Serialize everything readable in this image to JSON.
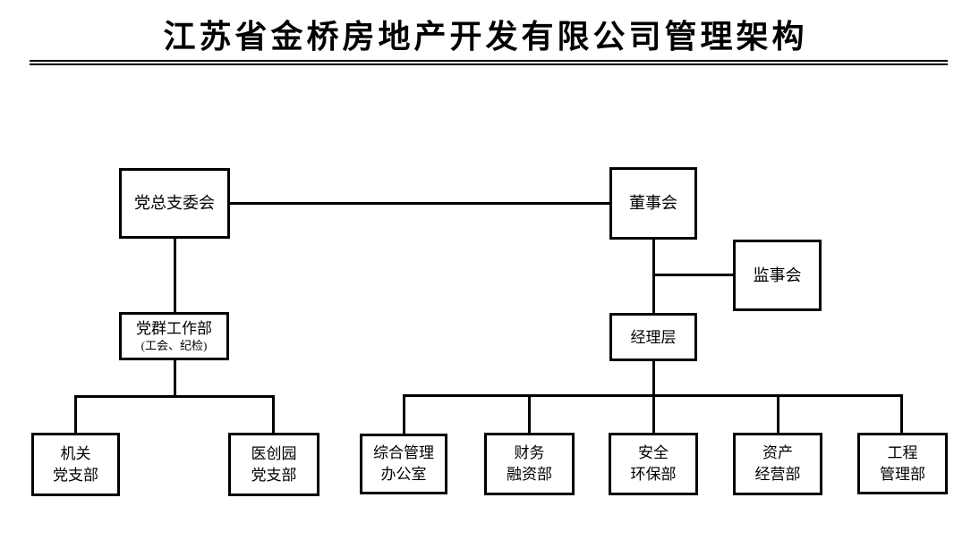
{
  "title": "江苏省金桥房地产开发有限公司管理架构",
  "nodes": {
    "party_committee": {
      "label": "党总支委会"
    },
    "board": {
      "label": "董事会"
    },
    "supervisory": {
      "label": "监事会"
    },
    "party_mass": {
      "label": "党群工作部",
      "sublabel": "(工会、纪检)"
    },
    "managers": {
      "label": "经理层"
    },
    "organ_branch": {
      "line1": "机关",
      "line2": "党支部"
    },
    "medical_branch": {
      "line1": "医创园",
      "line2": "党支部"
    },
    "admin_office": {
      "line1": "综合管理",
      "line2": "办公室"
    },
    "finance": {
      "line1": "财务",
      "line2": "融资部"
    },
    "safety": {
      "line1": "安全",
      "line2": "环保部"
    },
    "asset": {
      "line1": "资产",
      "line2": "经营部"
    },
    "engineering": {
      "line1": "工程",
      "line2": "管理部"
    }
  },
  "colors": {
    "background": "#ffffff",
    "line": "#000000",
    "text": "#000000"
  }
}
